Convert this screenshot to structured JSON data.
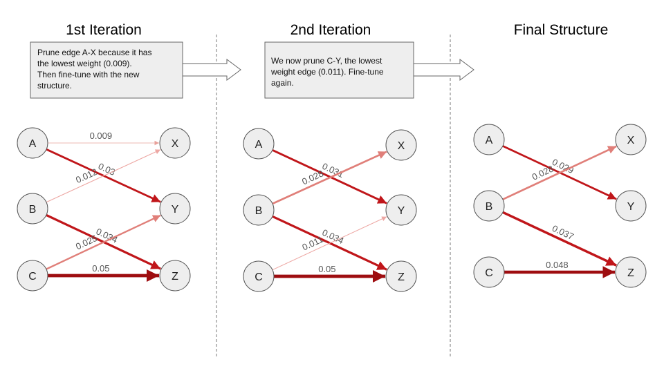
{
  "panels": [
    {
      "title": "1st Iteration",
      "note": [
        "Prune edge A-X because it has",
        "the lowest weight (0.009).",
        "Then fine-tune with the new",
        "structure."
      ],
      "edges": [
        {
          "from": "A",
          "to": "X",
          "weight": "0.009",
          "color": "#e8a09a"
        },
        {
          "from": "A",
          "to": "Y",
          "weight": "0.03",
          "color": "#c0161a"
        },
        {
          "from": "B",
          "to": "X",
          "weight": "0.012",
          "color": "#eda7a3"
        },
        {
          "from": "B",
          "to": "Z",
          "weight": "0.034",
          "color": "#c0161a"
        },
        {
          "from": "C",
          "to": "Y",
          "weight": "0.025",
          "color": "#e07f79"
        },
        {
          "from": "C",
          "to": "Z",
          "weight": "0.05",
          "color": "#9e0d10"
        }
      ]
    },
    {
      "title": "2nd Iteration",
      "note": [
        "We now prune C-Y, the lowest",
        "weight edge (0.011). Fine-tune",
        "again."
      ],
      "edges": [
        {
          "from": "A",
          "to": "Y",
          "weight": "0.031",
          "color": "#c0161a"
        },
        {
          "from": "B",
          "to": "X",
          "weight": "0.028",
          "color": "#e07f79"
        },
        {
          "from": "B",
          "to": "Z",
          "weight": "0.034",
          "color": "#c0161a"
        },
        {
          "from": "C",
          "to": "Y",
          "weight": "0.011",
          "color": "#eda7a3"
        },
        {
          "from": "C",
          "to": "Z",
          "weight": "0.05",
          "color": "#9e0d10"
        }
      ]
    },
    {
      "title": "Final Structure",
      "note": [],
      "edges": [
        {
          "from": "A",
          "to": "Y",
          "weight": "0.029",
          "color": "#c0161a"
        },
        {
          "from": "B",
          "to": "X",
          "weight": "0.028",
          "color": "#e07f79"
        },
        {
          "from": "B",
          "to": "Z",
          "weight": "0.037",
          "color": "#c0161a"
        },
        {
          "from": "C",
          "to": "Z",
          "weight": "0.048",
          "color": "#9e0d10"
        }
      ]
    }
  ],
  "nodes": {
    "inputs": [
      "A",
      "B",
      "C"
    ],
    "outputs": [
      "X",
      "Y",
      "Z"
    ]
  },
  "colors": {
    "node_fill": "#eeeeee",
    "node_stroke": "#555555",
    "note_fill": "#eeeeee",
    "note_stroke": "#666666",
    "divider": "#777777"
  }
}
